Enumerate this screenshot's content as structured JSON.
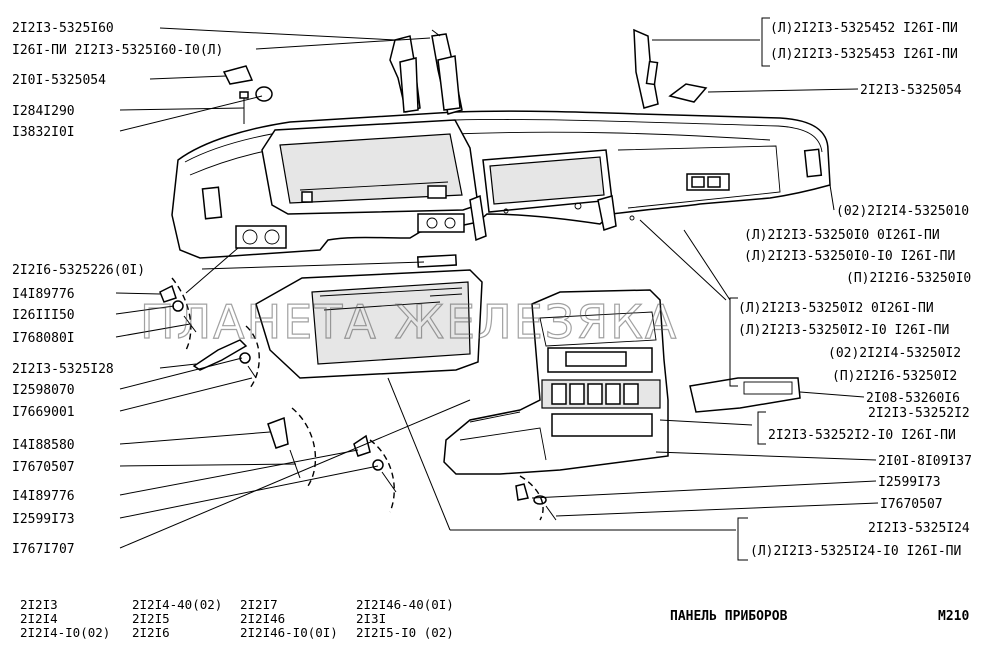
{
  "left_labels": [
    "2I2I3-5325I60",
    "I26I-ПИ 2I2I3-5325I60-I0(Л)",
    "2I0I-5325054",
    "I284I290",
    "I3832I0I",
    "2I2I6-5325226(0I)",
    "I4I89776",
    "I26III50",
    "I768080I",
    "2I2I3-5325I28",
    "I2598070",
    "I7669001",
    "I4I88580",
    "I7670507",
    "I4I89776",
    "I2599I73",
    "I767I707"
  ],
  "right_labels": [
    "(Л)2I2I3-5325452 I26I-ПИ",
    "(Л)2I2I3-5325453 I26I-ПИ",
    "2I2I3-5325054",
    "(02)2I2I4-5325010",
    "(Л)2I2I3-53250I0   0I26I-ПИ",
    "(Л)2I2I3-53250I0-I0 I26I-ПИ",
    "(П)2I2I6-53250I0",
    "(Л)2I2I3-53250I2   0I26I-ПИ",
    "(Л)2I2I3-53250I2-I0 I26I-ПИ",
    "(02)2I2I4-53250I2",
    "(П)2I2I6-53250I2",
    "2I08-53260I6",
    "2I2I3-53252I2",
    "2I2I3-53252I2-I0 I26I-ПИ",
    "2I0I-8I09I37",
    "I2599I73",
    "I7670507",
    "2I2I3-5325I24",
    "(Л)2I2I3-5325I24-I0 I26I-ПИ"
  ],
  "models": [
    [
      "2I2I3",
      "2I2I4",
      "2I2I4-I0(02)"
    ],
    [
      "2I2I4-40(02)",
      "2I2I5",
      "2I2I6"
    ],
    [
      "2I2I7",
      "2I2I46",
      "2I2I46-I0(0I)"
    ],
    [
      "2I2I46-40(0I)",
      "2I3I",
      "2I2I5-I0 (02)"
    ]
  ],
  "caption": "ПАНЕЛЬ ПРИБОРОВ",
  "page_code": "M210",
  "watermark": "ПЛАНЕТА ЖЕЛЕЗЯКА"
}
